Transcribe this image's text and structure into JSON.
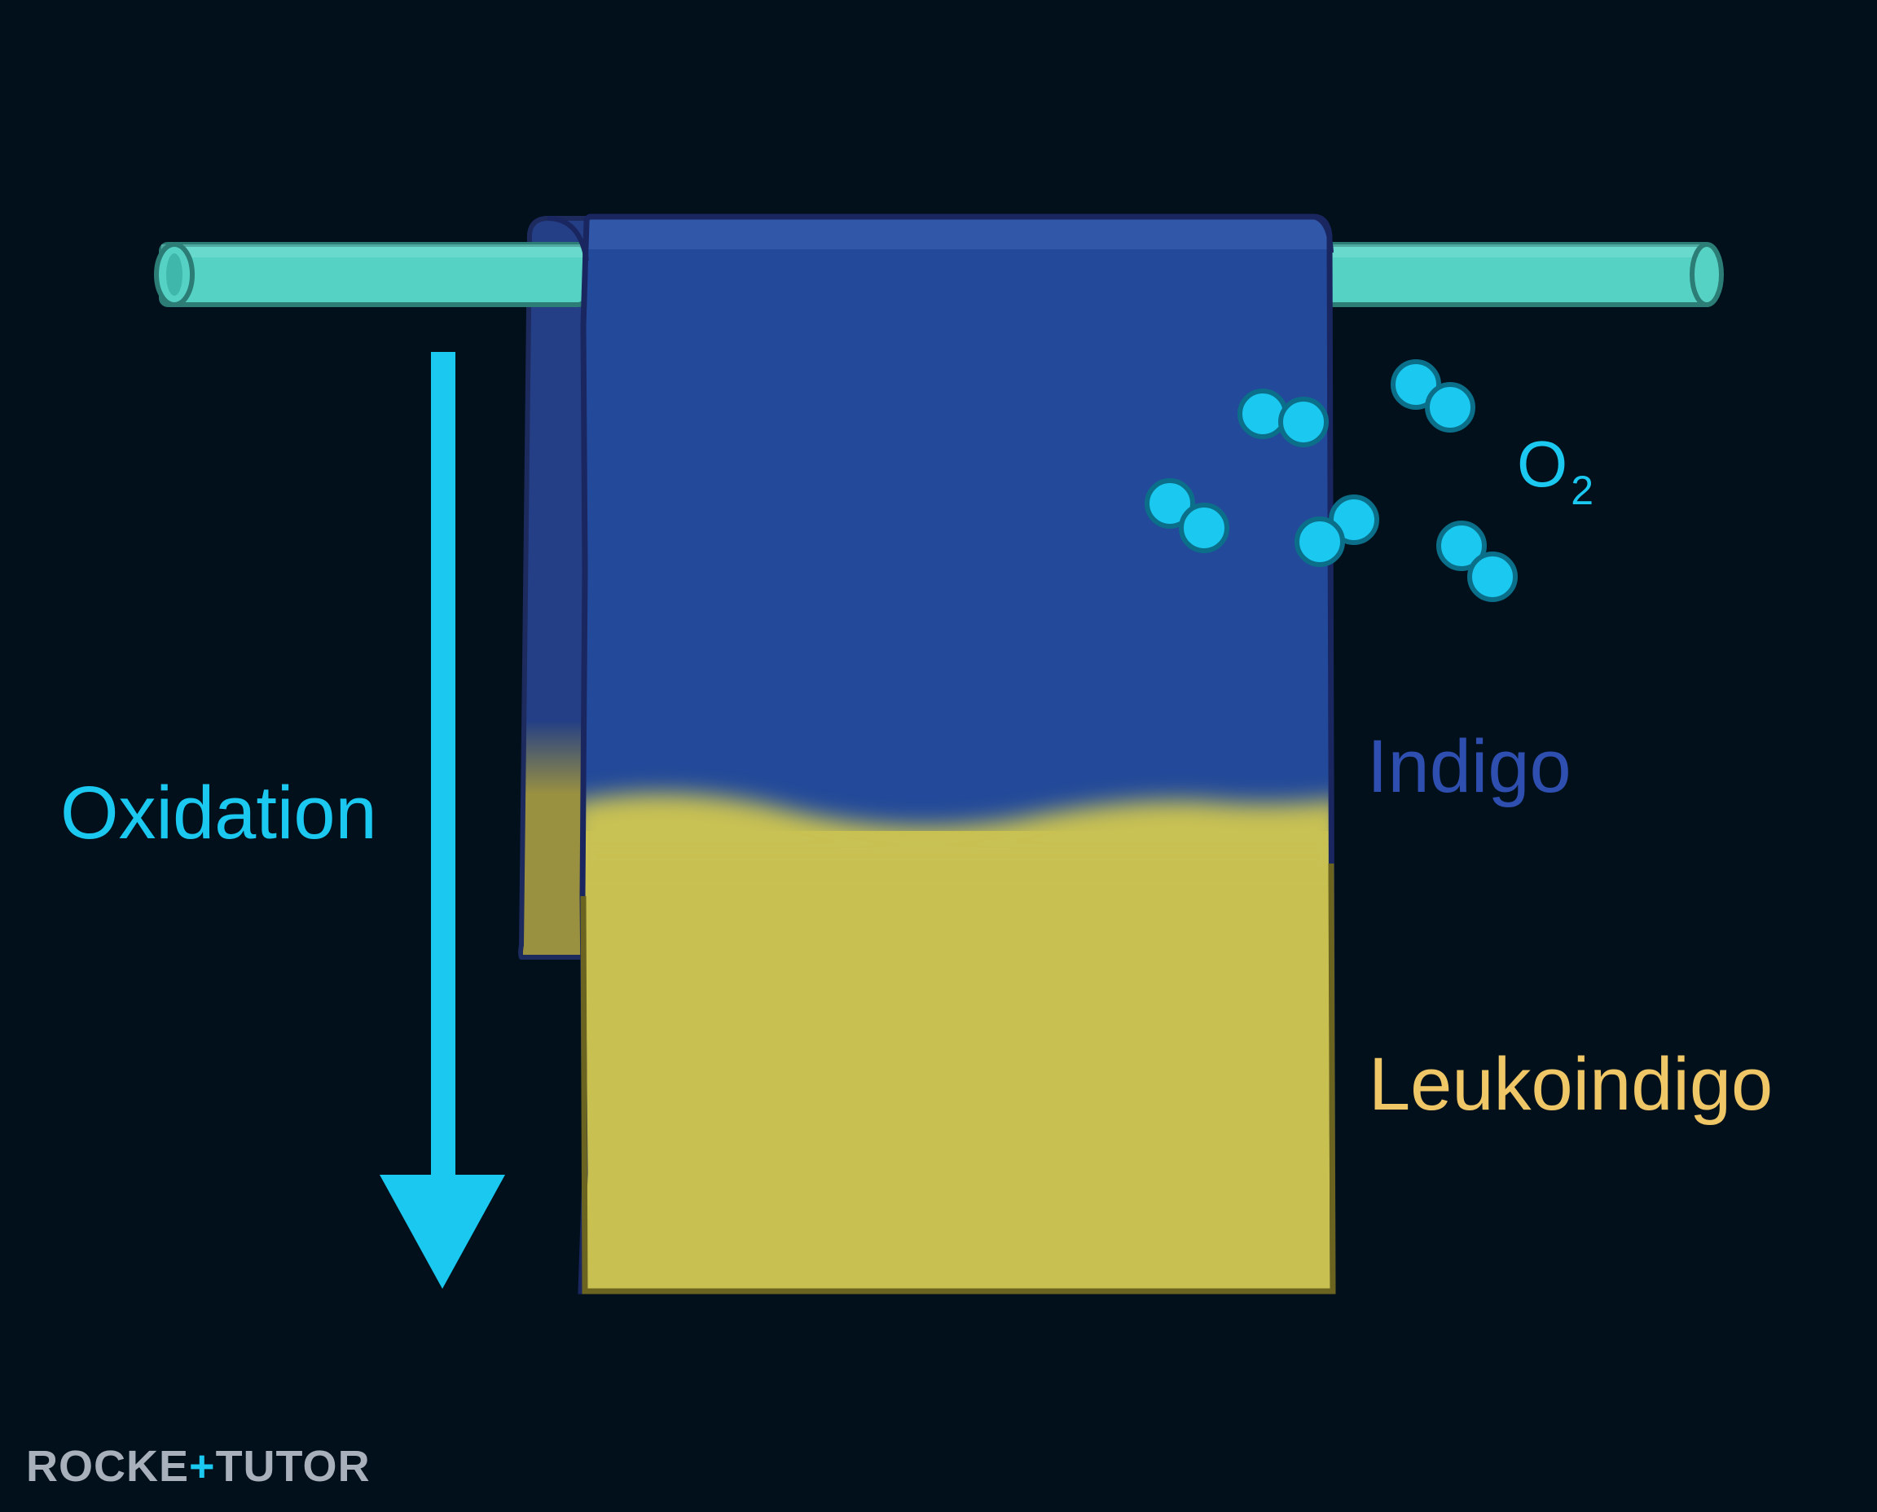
{
  "labels": {
    "oxidation": "Oxidation",
    "indigo": "Indigo",
    "leukoindigo": "Leukoindigo",
    "o2_main": "O",
    "o2_sub": "2"
  },
  "brand": {
    "part1": "ROCKE",
    "plus": "+",
    "part2": "TUTO",
    "part3": "R"
  },
  "colors": {
    "background": "#02101c",
    "arrow": "#1ac8f0",
    "oxidation_text": "#1ac8f0",
    "indigo_text": "#2f4fb0",
    "leuko_text": "#f0c766",
    "o2_text": "#1ac8f0",
    "rod": "#56d2c4",
    "cloth_blue": "#22499a",
    "cloth_yellow": "#c8c152",
    "brand_gray": "#a8b1bb",
    "brand_accent": "#1ac8f0"
  },
  "icons": {
    "molecule": "oxygen-molecule-icon",
    "arrow": "down-arrow-icon"
  }
}
